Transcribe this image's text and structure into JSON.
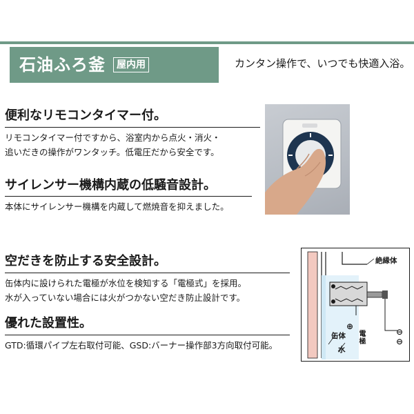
{
  "header": {
    "title": "石油ふろ釜",
    "badge": "屋内用",
    "tagline": "カンタン操作で、いつでも快適入浴。",
    "accent_color": "#6f9a87"
  },
  "sections": [
    {
      "heading": "便利なリモコンタイマー付。",
      "lines": [
        "リモコンタイマー付ですから、浴室内から点火・消火・",
        "追いだきの操作がワンタッチ。低電圧だから安全です。"
      ]
    },
    {
      "heading": "サイレンサー機構内蔵の低騒音設計。",
      "lines": [
        "本体にサイレンサー機構を内蔵して燃焼音を抑えました。"
      ]
    },
    {
      "heading": "空だきを防止する安全設計。",
      "lines": [
        "缶体内に設けられた電極が水位を検知する「電極式」を採用。",
        "水が入っていない場合には火がつかない空だき防止設計です。"
      ]
    },
    {
      "heading": "優れた設置性。",
      "lines": [
        "GTD:循環パイプ左右取付可能、GSD:バーナー操作部3方向取付可能。"
      ]
    }
  ],
  "diagram": {
    "insulator_label": "絶縁体",
    "can_body_label": "缶体",
    "water_label": "水",
    "electrode_label": "電極",
    "plus_symbol": "⊕",
    "minus_symbol": "⊖"
  }
}
